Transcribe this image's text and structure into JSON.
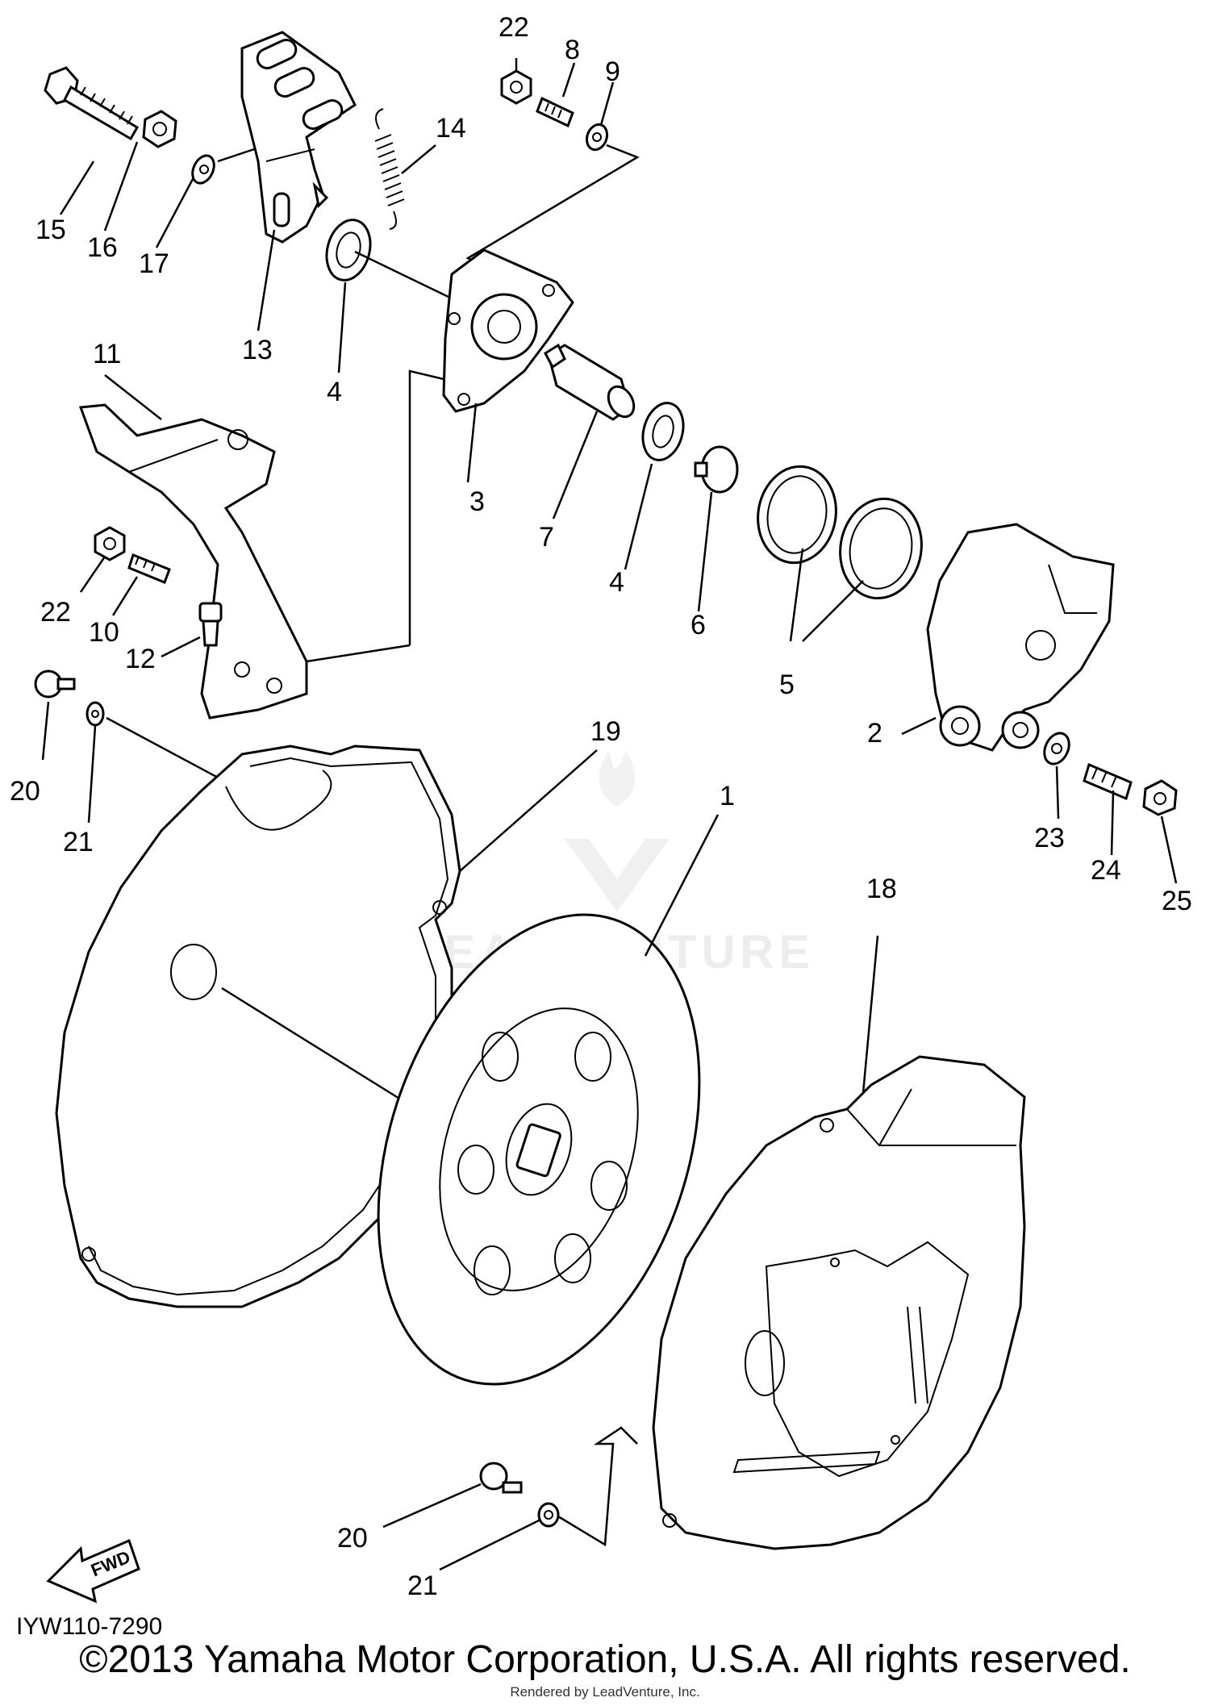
{
  "diagram": {
    "part_numbers": [
      "1",
      "2",
      "3",
      "4",
      "4",
      "5",
      "6",
      "7",
      "8",
      "9",
      "10",
      "11",
      "12",
      "13",
      "14",
      "15",
      "16",
      "17",
      "18",
      "19",
      "20",
      "20",
      "21",
      "21",
      "22",
      "22",
      "23",
      "24",
      "25"
    ],
    "diagram_code": "IYW110-7290",
    "fwd_label": "FWD",
    "watermark": "LEADVENTURE",
    "copyright": "©2013 Yamaha Motor Corporation, U.S.A. All rights reserved.",
    "rendered_by": "Rendered by LeadVenture, Inc."
  }
}
